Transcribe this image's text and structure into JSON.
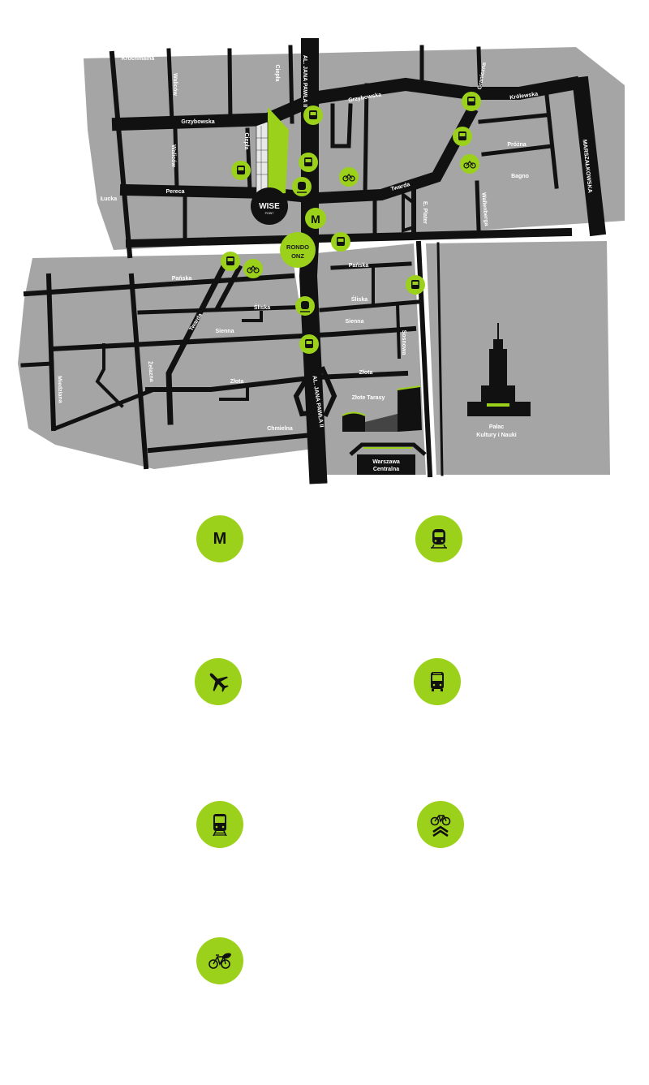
{
  "map": {
    "streets": {
      "krochmalna": "Krochmalna",
      "walicow_1": "Waliców",
      "walicow_2": "Waliców",
      "ciepla_1": "Ciepła",
      "ciepla_2": "Ciepła",
      "al_jana_pawla_top": "AL. JANA PAWŁA II",
      "al_jana_pawla_bottom": "AL. JANA PAWŁA II",
      "grzybowska_1": "Grzybowska",
      "grzybowska_2": "Grzybowska",
      "graniczna": "Graniczna",
      "krolewska": "Królewska",
      "marszalkowska": "MARSZAŁKOWSKA",
      "prozna": "Próżna",
      "bagno": "Bagno",
      "twarda_1": "Twarda",
      "twarda_2": "Twarda",
      "pereca": "Pereca",
      "lucka": "Łucka",
      "e_plater": "E. Plater",
      "walbrzyska": "Wallenberga",
      "panska_1": "Pańska",
      "panska_2": "Pańska",
      "sliska_1": "Śliska",
      "sliska_2": "Śliska",
      "sienna_1": "Sienna",
      "sienna_2": "Sienna",
      "sosnowa": "Sosnowa",
      "zelazna": "Żelazna",
      "miedziana": "Miedziana",
      "zlota_1": "Złota",
      "zlota_2": "Złota",
      "chmielna": "Chmielna"
    },
    "landmarks": {
      "wise_logo": "WISE",
      "wise_sub": "POINT",
      "rondo_line1": "RONDO",
      "rondo_line2": "ONZ",
      "metro_marker": "M",
      "zlote_tarasy": "Złote Tarasy",
      "palac_line1": "Pałac",
      "palac_line2": "Kultury i Nauki",
      "warszawa_line1": "Warszawa",
      "warszawa_line2": "Centralna"
    },
    "colors": {
      "block": "#a5a5a5",
      "road": "#111111",
      "accent": "#9bd11b",
      "background": "#ffffff"
    }
  },
  "legend": {
    "items": [
      {
        "icon": "metro-icon",
        "text": "M"
      },
      {
        "icon": "train-icon"
      },
      {
        "icon": "airplane-icon"
      },
      {
        "icon": "bus-icon"
      },
      {
        "icon": "tram-icon"
      },
      {
        "icon": "bike-path-icon"
      },
      {
        "icon": "city-bike-icon"
      }
    ]
  }
}
